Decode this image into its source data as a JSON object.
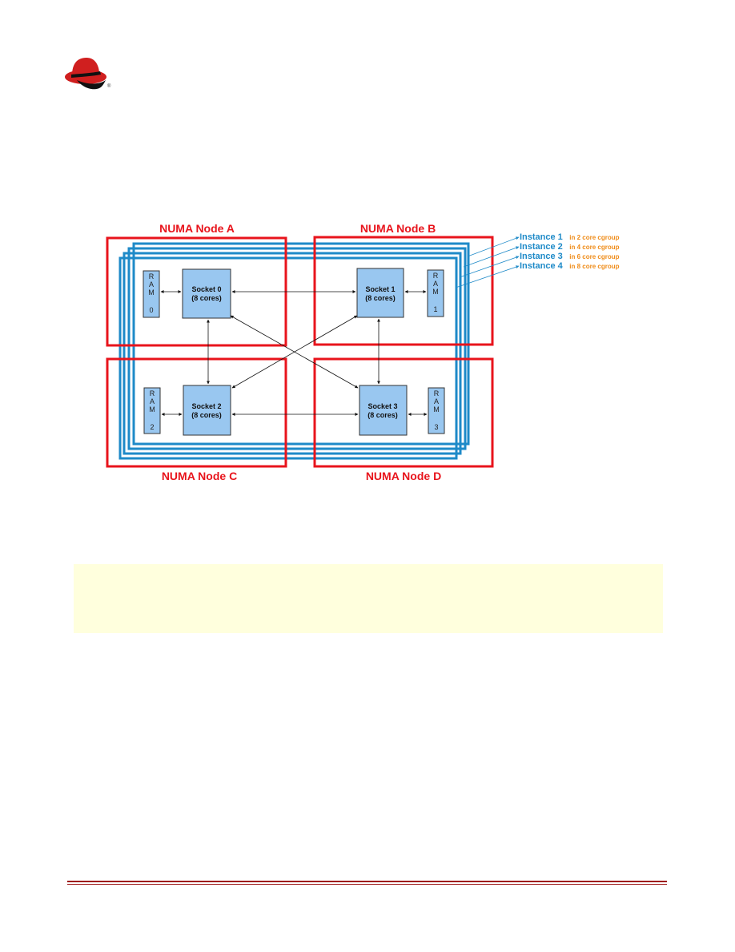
{
  "brand": {
    "logo_icon": "redhat-shadowman-logo",
    "logo_color": "#d01f1f"
  },
  "colors": {
    "numa_node": "#e8141c",
    "cgroup_instance": "#1e8ac8",
    "socket_fill": "#99c7f0",
    "instance_label": "#1e8ac8",
    "cgroup_label": "#ef8b17",
    "note_background": "#ffffdd",
    "footer_rule": "#9e1b1b"
  },
  "diagram": {
    "numa_nodes": [
      {
        "id": "A",
        "label": "NUMA Node A"
      },
      {
        "id": "B",
        "label": "NUMA Node B"
      },
      {
        "id": "C",
        "label": "NUMA Node C"
      },
      {
        "id": "D",
        "label": "NUMA Node D"
      }
    ],
    "sockets": [
      {
        "id": "0",
        "line1": "Socket 0",
        "line2": "(8 cores)"
      },
      {
        "id": "1",
        "line1": "Socket 1",
        "line2": "(8 cores)"
      },
      {
        "id": "2",
        "line1": "Socket 2",
        "line2": "(8 cores)"
      },
      {
        "id": "3",
        "line1": "Socket 3",
        "line2": "(8 cores)"
      }
    ],
    "ram": [
      {
        "id": "0",
        "letters": [
          "R",
          "A",
          "M"
        ],
        "index": "0"
      },
      {
        "id": "1",
        "letters": [
          "R",
          "A",
          "M"
        ],
        "index": "1"
      },
      {
        "id": "2",
        "letters": [
          "R",
          "A",
          "M"
        ],
        "index": "2"
      },
      {
        "id": "3",
        "letters": [
          "R",
          "A",
          "M"
        ],
        "index": "3"
      }
    ],
    "instances": [
      {
        "label": "Instance 1",
        "cgroup": "in 2 core cgroup"
      },
      {
        "label": "Instance 2",
        "cgroup": "in 4 core cgroup"
      },
      {
        "label": "Instance 3",
        "cgroup": "in 6 core cgroup"
      },
      {
        "label": "Instance 4",
        "cgroup": "in 8 core cgroup"
      }
    ]
  }
}
